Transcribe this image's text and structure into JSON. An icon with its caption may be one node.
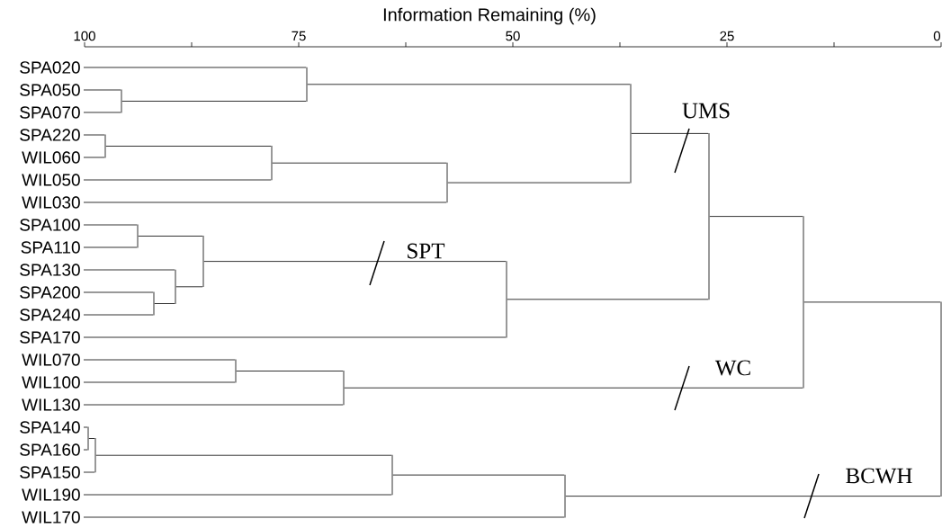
{
  "diagram": {
    "nodes": [
      {
        "text": [
          "SPA020"
        ]
      },
      {
        "text": [
          "SPA050"
        ]
      },
      {
        "text": [
          "SPA070"
        ]
      },
      {
        "text": [
          "SPA220"
        ]
      },
      {
        "text": [
          "WIL060"
        ]
      },
      {
        "text": [
          "WIL050"
        ]
      },
      {
        "text": [
          "WIL030"
        ]
      },
      {
        "text": [
          "SPA100"
        ]
      },
      {
        "text": [
          "SPA110"
        ]
      },
      {
        "text": [
          "SPA130"
        ]
      },
      {
        "text": [
          "SPA200"
        ]
      },
      {
        "text": [
          "SPA240"
        ]
      },
      {
        "text": [
          "SPA170"
        ]
      },
      {
        "text": [
          "WIL070"
        ]
      },
      {
        "text": [
          "WIL100"
        ]
      },
      {
        "text": [
          "WIL130"
        ]
      },
      {
        "text": [
          "SPA140"
        ]
      },
      {
        "text": [
          "SPA160"
        ]
      },
      {
        "text": [
          "SPA150"
        ]
      },
      {
        "text": [
          "WIL190"
        ]
      },
      {
        "text": [
          "WIL170"
        ]
      },
      {
        "text": [],
        "shape": "bar"
      },
      {
        "text": [],
        "shape": "bar"
      },
      {
        "text": [],
        "shape": "bar"
      },
      {
        "text": [],
        "shape": "bar"
      },
      {
        "text": [],
        "shape": "bar"
      },
      {
        "text": [],
        "shape": "bar"
      },
      {
        "text": [],
        "shape": "bar"
      },
      {
        "text": [],
        "shape": "bar"
      },
      {
        "text": [],
        "shape": "bar"
      },
      {
        "text": [],
        "shape": "bar"
      },
      {
        "text": [],
        "shape": "bar"
      },
      {
        "text": [],
        "shape": "bar"
      },
      {
        "text": [],
        "shape": "bar"
      },
      {
        "text": [],
        "shape": "bar"
      },
      {
        "text": [],
        "shape": "bar"
      },
      {
        "text": [],
        "shape": "bar"
      },
      {
        "text": [],
        "shape": "bar"
      },
      {
        "text": [],
        "shape": "bar"
      },
      {
        "text": [],
        "shape": "bar"
      },
      {
        "text": [],
        "shape": "bar"
      }
    ],
    "edges": [
      {
        "from": 0,
        "to": 31,
        "arrow": "none"
      },
      {
        "from": 1,
        "to": 24,
        "arrow": "none"
      },
      {
        "from": 2,
        "to": 24,
        "arrow": "none"
      },
      {
        "from": 3,
        "to": 23,
        "arrow": "none"
      },
      {
        "from": 4,
        "to": 23,
        "arrow": "none"
      },
      {
        "from": 5,
        "to": 30,
        "arrow": "none"
      },
      {
        "from": 6,
        "to": 34,
        "arrow": "none"
      },
      {
        "from": 7,
        "to": 25,
        "arrow": "none"
      },
      {
        "from": 8,
        "to": 25,
        "arrow": "none"
      },
      {
        "from": 9,
        "to": 27,
        "arrow": "none"
      },
      {
        "from": 10,
        "to": 26,
        "arrow": "none"
      },
      {
        "from": 11,
        "to": 26,
        "arrow": "none"
      },
      {
        "from": 12,
        "to": 35,
        "arrow": "none"
      },
      {
        "from": 13,
        "to": 29,
        "arrow": "none"
      },
      {
        "from": 14,
        "to": 29,
        "arrow": "none"
      },
      {
        "from": 15,
        "to": 32,
        "arrow": "none"
      },
      {
        "from": 16,
        "to": 21,
        "arrow": "none"
      },
      {
        "from": 17,
        "to": 21,
        "arrow": "none"
      },
      {
        "from": 18,
        "to": 22,
        "arrow": "none"
      },
      {
        "from": 19,
        "to": 33,
        "arrow": "none"
      },
      {
        "from": 20,
        "to": 36,
        "arrow": "none"
      },
      {
        "from": 24,
        "to": 31,
        "arrow": "none"
      },
      {
        "from": 23,
        "to": 30,
        "arrow": "none"
      },
      {
        "from": 30,
        "to": 34,
        "arrow": "none"
      },
      {
        "from": 31,
        "to": 37,
        "arrow": "none"
      },
      {
        "from": 34,
        "to": 37,
        "arrow": "none"
      },
      {
        "from": 25,
        "to": 28,
        "arrow": "none"
      },
      {
        "from": 26,
        "to": 27,
        "arrow": "none"
      },
      {
        "from": 27,
        "to": 28,
        "arrow": "none"
      },
      {
        "from": 28,
        "to": 35,
        "arrow": "none"
      },
      {
        "from": 37,
        "to": 38,
        "arrow": "none"
      },
      {
        "from": 35,
        "to": 38,
        "arrow": "none"
      },
      {
        "from": 29,
        "to": 32,
        "arrow": "none"
      },
      {
        "from": 38,
        "to": 39,
        "arrow": "none"
      },
      {
        "from": 32,
        "to": 39,
        "arrow": "none"
      },
      {
        "from": 21,
        "to": 22,
        "arrow": "none"
      },
      {
        "from": 22,
        "to": 33,
        "arrow": "none"
      },
      {
        "from": 33,
        "to": 36,
        "arrow": "none"
      },
      {
        "from": 39,
        "to": 40,
        "arrow": "none"
      },
      {
        "from": 36,
        "to": 40,
        "arrow": "none"
      }
    ],
    "labels": [
      "Information Remaining (%)",
      "100",
      "75",
      "50",
      "25",
      "0",
      "UMS",
      "SPT",
      "WC",
      "BCWH"
    ]
  }
}
